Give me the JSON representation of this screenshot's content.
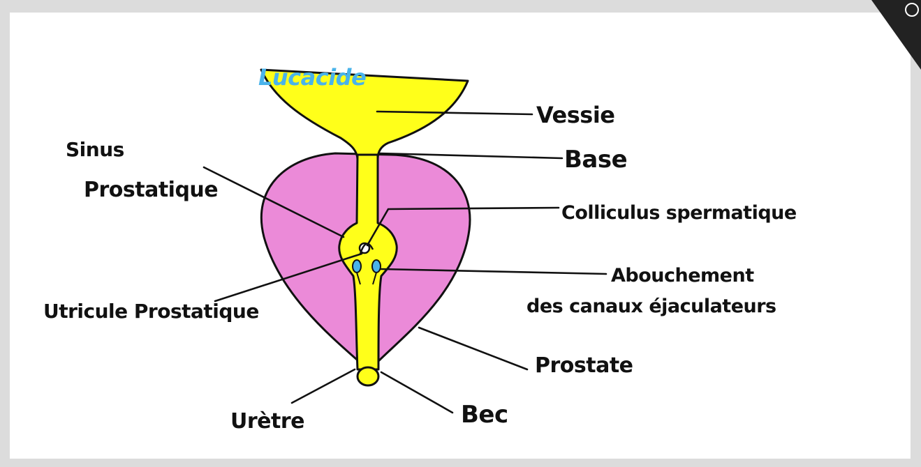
{
  "colors": {
    "page_background": "#dcdcdc",
    "paper": "#ffffff",
    "bladder_urethra_fill": "#ffff1a",
    "prostate_fill": "#eb8ad8",
    "duct_openings": "#49b3ea",
    "handwritten_annotation": "#49b3ea",
    "ink": "#111111",
    "corner_logo": "#222222"
  },
  "annotation": {
    "bladder_top": "Lucacide"
  },
  "labels": {
    "vessie": "Vessie",
    "base": "Base",
    "sinus_line1": "Sinus",
    "sinus_line2": "Prostatique",
    "colliculus": "Colliculus spermatique",
    "abouchement_line1": "Abouchement",
    "abouchement_line2": "des canaux éjaculateurs",
    "utricule": "Utricule Prostatique",
    "prostate": "Prostate",
    "urethre": "Urètre",
    "bec": "Bec"
  },
  "decor": {
    "corner_logo": "corner-stamp-icon"
  }
}
